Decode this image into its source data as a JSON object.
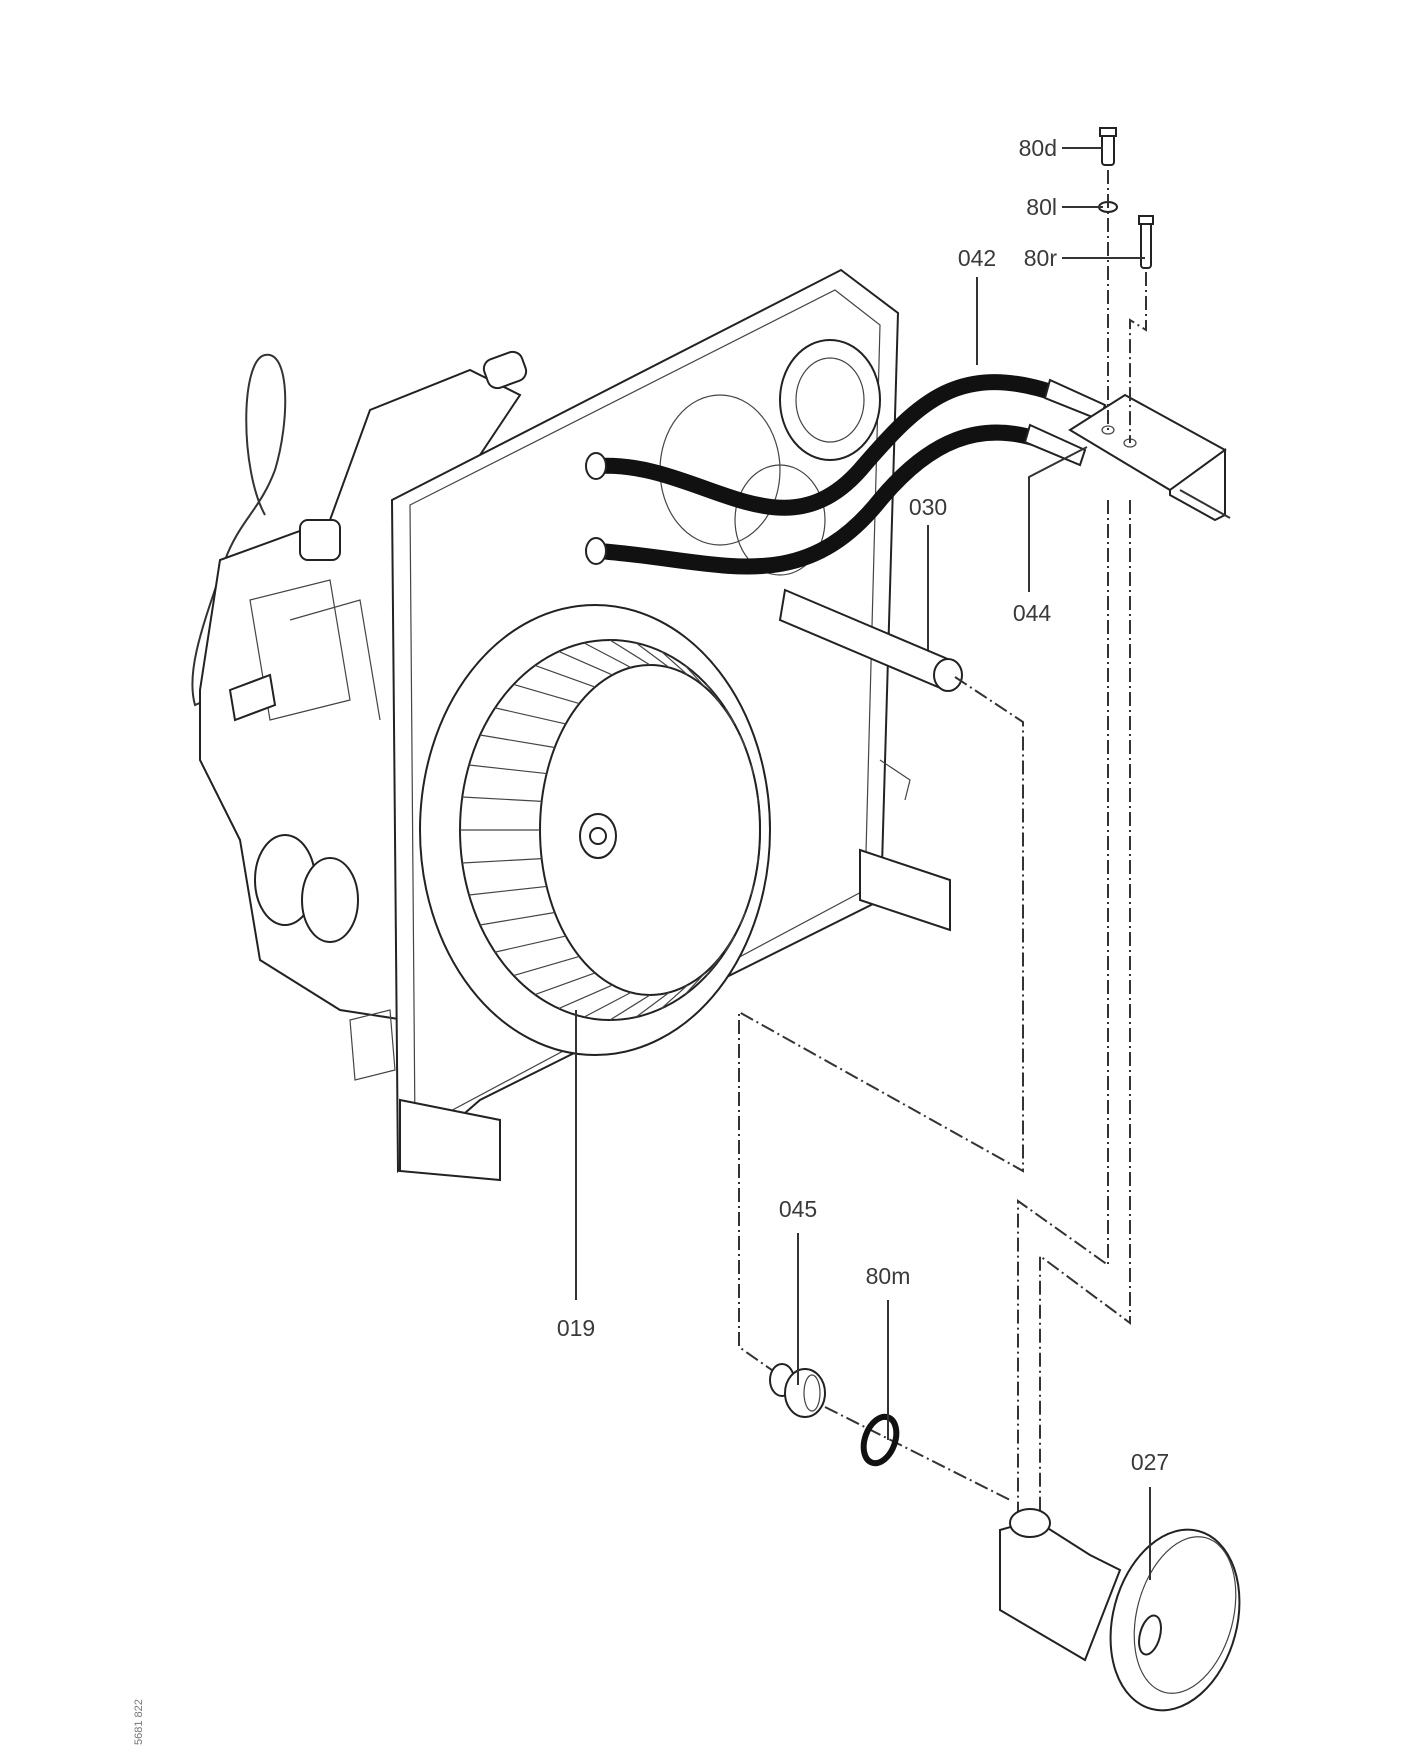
{
  "diagram": {
    "parts": [
      {
        "id": "80d"
      },
      {
        "id": "80l"
      },
      {
        "id": "80r"
      },
      {
        "id": "042"
      },
      {
        "id": "030"
      },
      {
        "id": "044"
      },
      {
        "id": "019"
      },
      {
        "id": "045"
      },
      {
        "id": "80m"
      },
      {
        "id": "027"
      }
    ],
    "drawing_code": "5681 822"
  }
}
